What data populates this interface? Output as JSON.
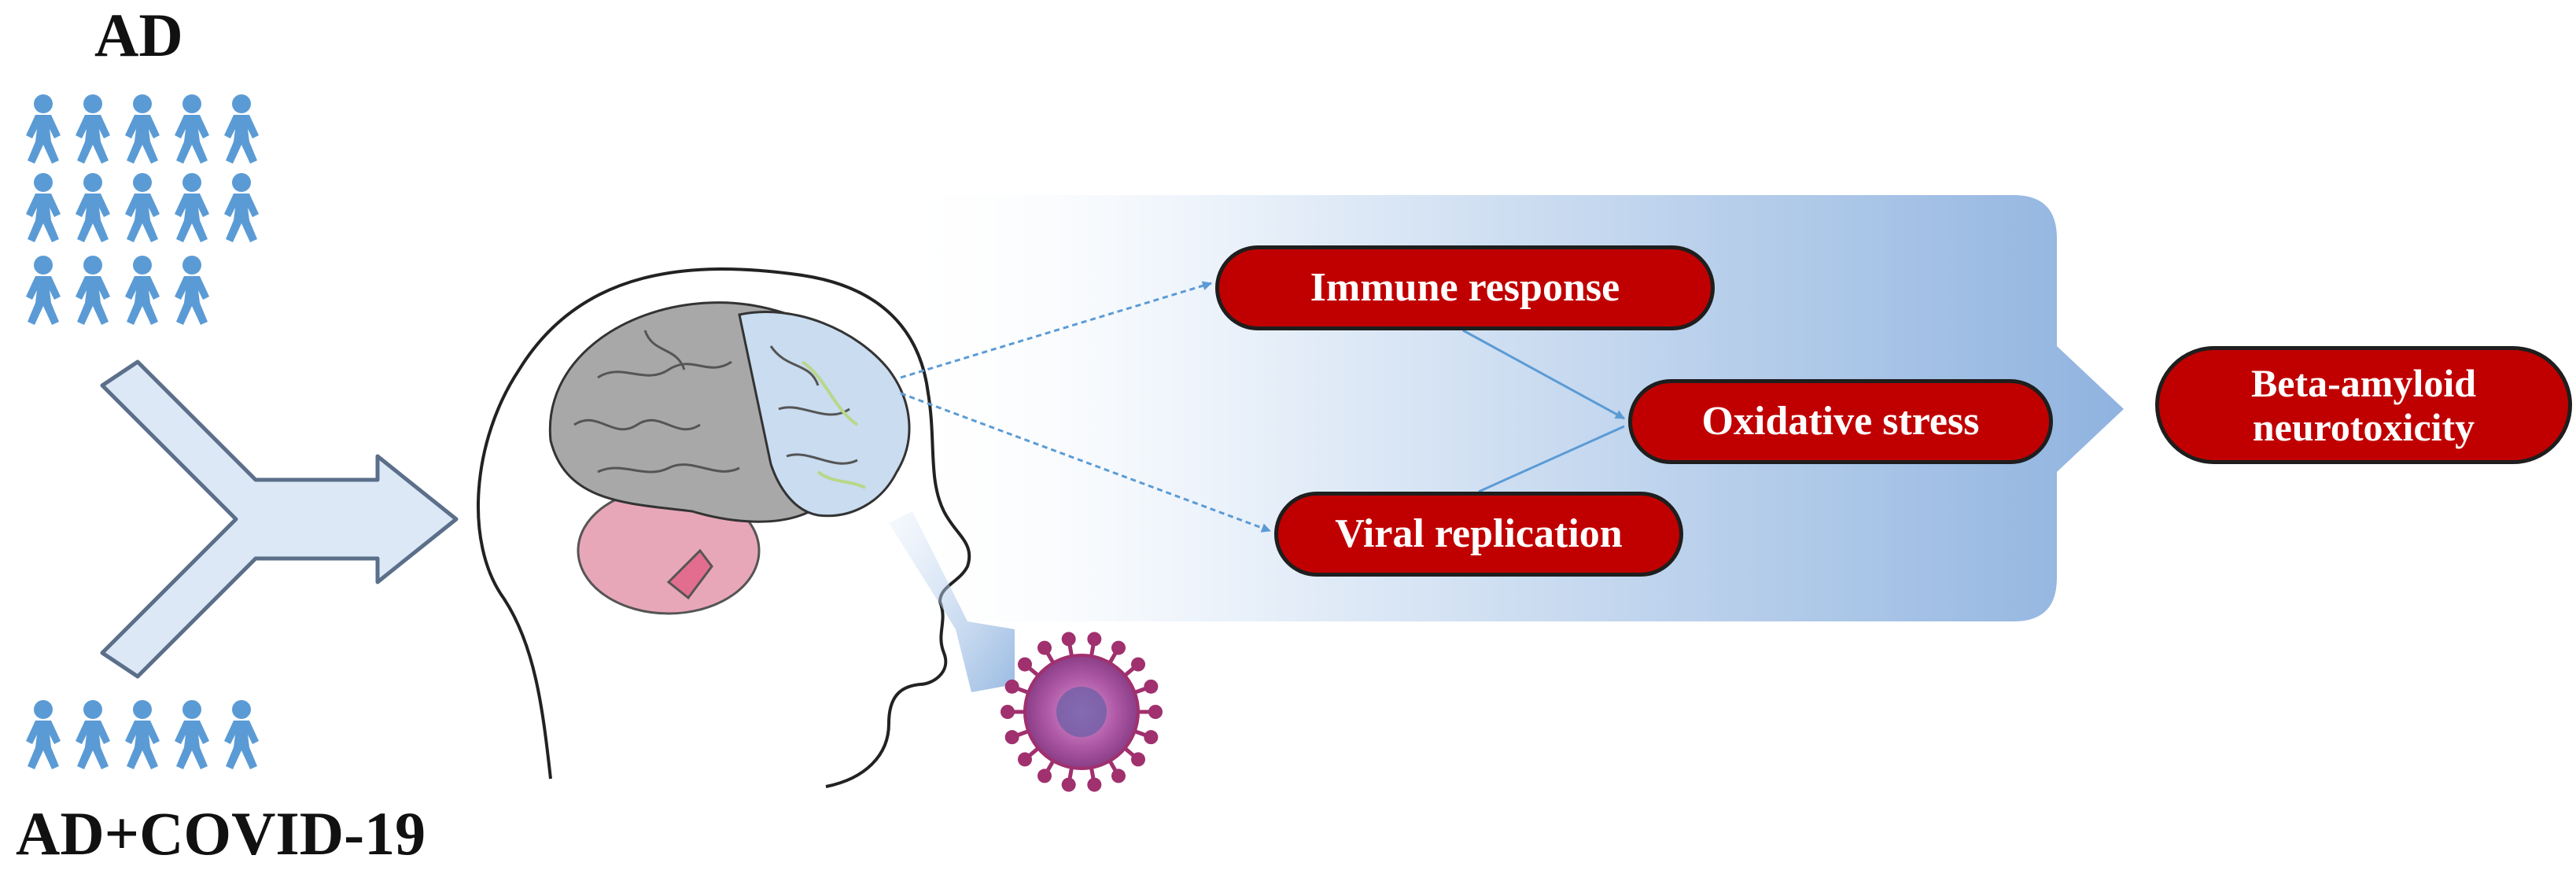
{
  "groups": {
    "ad_label": "AD",
    "ad_covid_label": "AD+COVID-19"
  },
  "pathway": {
    "immune_response": "Immune  response",
    "oxidative_stress": "Oxidative stress",
    "viral_replication": "Viral replication",
    "beta_amyloid": "Beta-amyloid\nneurotoxicity"
  },
  "colors": {
    "people_icon": "#5b9bd5",
    "pill_fill": "#c00000",
    "pill_text": "#ffffff",
    "panel_gradient_start": "#ffffff",
    "panel_gradient_end": "#8fb3df",
    "arrow_fill": "#dde8f6",
    "connector": "#5b9bd5",
    "virus": "#a0306e"
  },
  "icons": {
    "person": "person-icon",
    "head": "head-silhouette",
    "brain": "brain-icon",
    "virus": "coronavirus-icon"
  },
  "people_counts": {
    "ad": 14,
    "ad_covid": 5
  }
}
